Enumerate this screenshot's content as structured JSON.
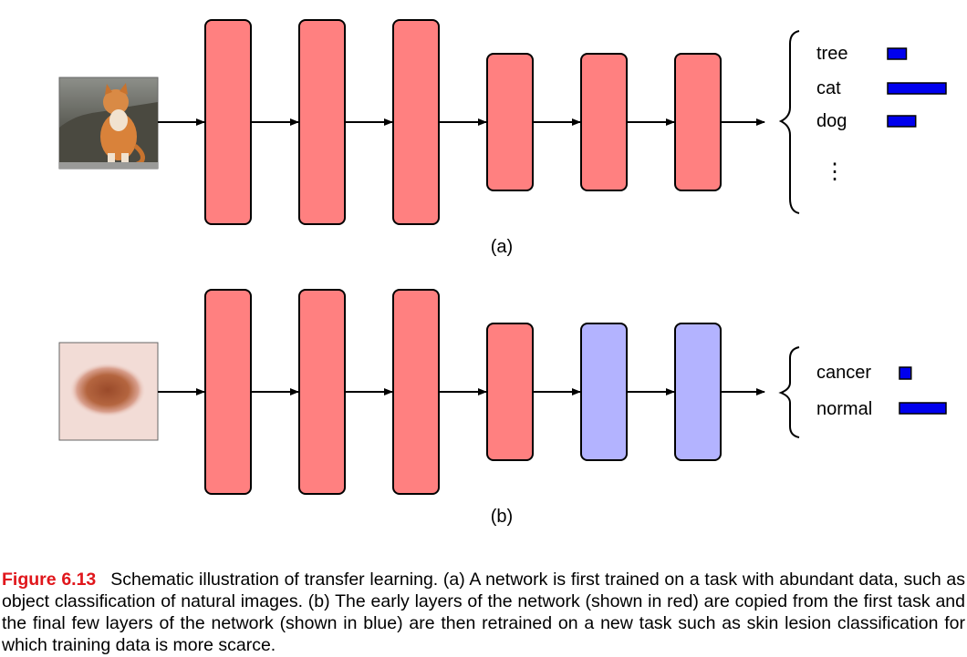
{
  "colors": {
    "layer_frozen": "#ff8080",
    "layer_retrained": "#b3b3ff",
    "bar": "#0000ee",
    "caption_label": "#e0161b"
  },
  "panel_a": {
    "label": "(a)",
    "input_image": "photo of a kitten sitting outdoors",
    "layers": [
      "frozen",
      "frozen",
      "frozen",
      "frozen",
      "frozen",
      "frozen"
    ],
    "outputs": [
      {
        "label": "tree",
        "score": 0.32
      },
      {
        "label": "cat",
        "score": 1.0
      },
      {
        "label": "dog",
        "score": 0.48
      }
    ],
    "ellipsis": "⋮"
  },
  "panel_b": {
    "label": "(b)",
    "input_image": "photo of a skin lesion",
    "layers": [
      "frozen",
      "frozen",
      "frozen",
      "frozen",
      "retrained",
      "retrained"
    ],
    "outputs": [
      {
        "label": "cancer",
        "score": 0.25
      },
      {
        "label": "normal",
        "score": 1.0
      }
    ]
  },
  "caption": {
    "label": "Figure 6.13",
    "text": "Schematic illustration of transfer learning. (a) A network is first trained on a task with abundant data, such as object classification of natural images. (b) The early layers of the network (shown in red) are copied from the first task and the final few layers of the network (shown in blue) are then retrained on a new task such as skin lesion classification for which training data is more scarce."
  }
}
